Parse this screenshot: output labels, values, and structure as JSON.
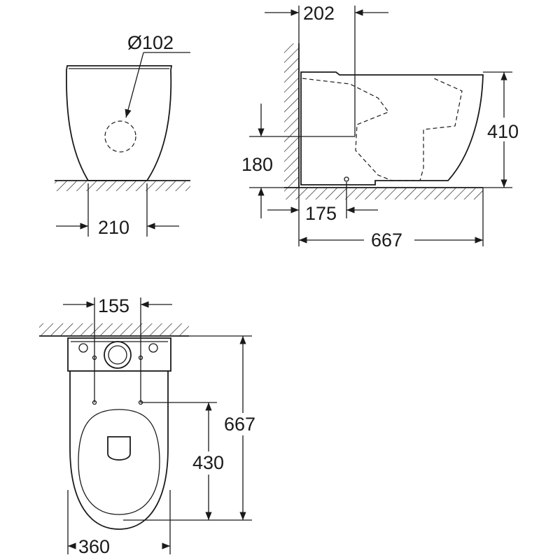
{
  "front_view": {
    "diameter_label": "Ø102",
    "width_label": "210"
  },
  "side_view": {
    "wall_offset_label": "202",
    "height_label": "410",
    "outlet_height_label": "180",
    "fixing_offset_label": "175",
    "depth_label": "667"
  },
  "top_view": {
    "fixing_spacing_label": "155",
    "depth_label": "667",
    "fixing_depth_label": "430",
    "width_label": "360"
  },
  "colors": {
    "line": "#1a1a1a",
    "background": "#ffffff"
  }
}
